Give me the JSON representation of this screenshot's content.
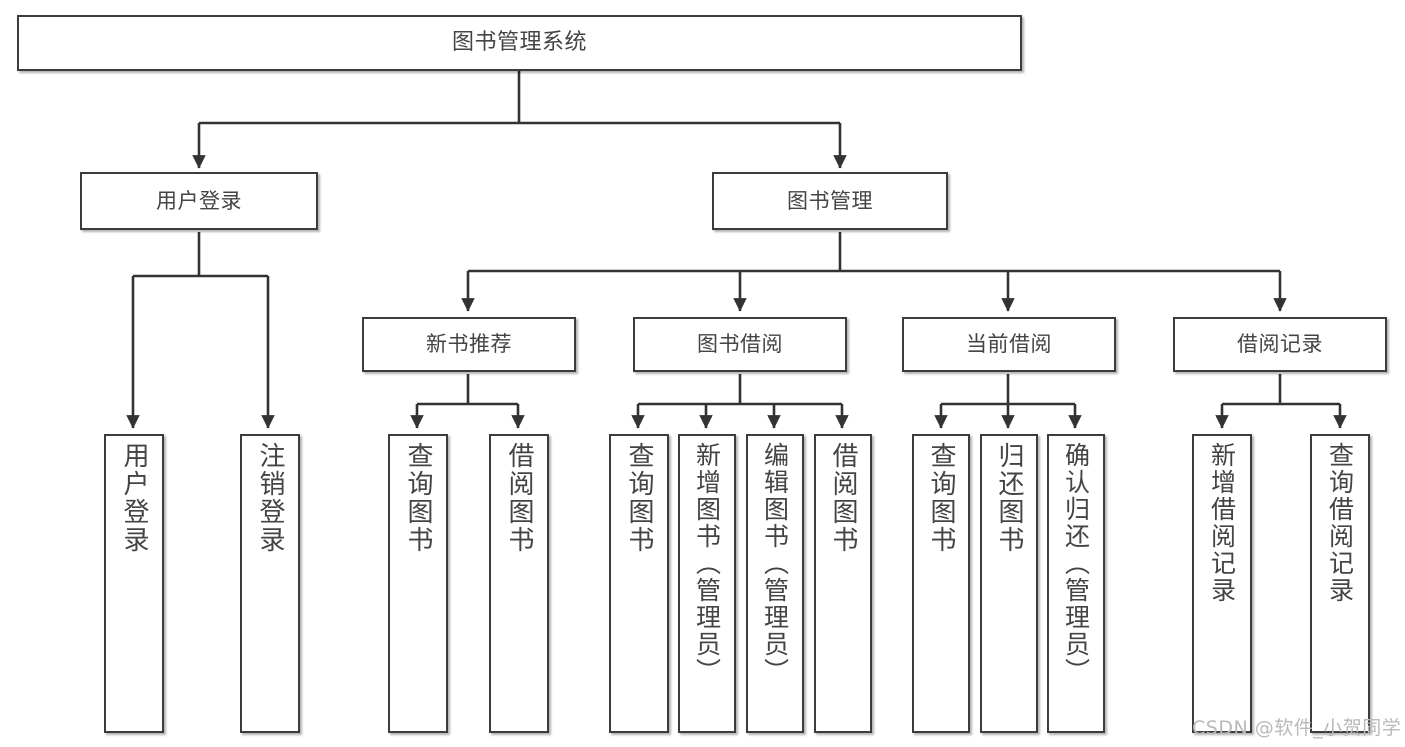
{
  "diagram": {
    "type": "tree",
    "title": "图书管理系统",
    "background_color": "#ffffff",
    "box_border_color": "#3c3c3c",
    "text_color": "#444444",
    "edge_color": "#333333",
    "watermark": "CSDN @软件_小贺同学",
    "nodes": {
      "root": {
        "label": "图书管理系统"
      },
      "user_login": {
        "label": "用户登录"
      },
      "book_manage": {
        "label": "图书管理"
      },
      "new_book_rec": {
        "label": "新书推荐"
      },
      "book_borrow": {
        "label": "图书借阅"
      },
      "current_borrow": {
        "label": "当前借阅"
      },
      "borrow_record": {
        "label": "借阅记录"
      },
      "leaf_user_login": {
        "label": "用户登录"
      },
      "leaf_logout": {
        "label": "注销登录"
      },
      "leaf_query_book_1": {
        "label": "查询图书"
      },
      "leaf_borrow_book_1": {
        "label": "借阅图书"
      },
      "leaf_query_book_2": {
        "label": "查询图书"
      },
      "leaf_add_book": {
        "label": "新增图书（管理员）"
      },
      "leaf_edit_book": {
        "label": "编辑图书（管理员）"
      },
      "leaf_borrow_book_2": {
        "label": "借阅图书"
      },
      "leaf_query_book_3": {
        "label": "查询图书"
      },
      "leaf_return_book": {
        "label": "归还图书"
      },
      "leaf_confirm_return": {
        "label": "确认归还（管理员）"
      },
      "leaf_add_record": {
        "label": "新增借阅记录"
      },
      "leaf_query_record": {
        "label": "查询借阅记录"
      }
    },
    "edges": [
      {
        "from": "root",
        "to": "user_login"
      },
      {
        "from": "root",
        "to": "book_manage"
      },
      {
        "from": "user_login",
        "to": "leaf_user_login"
      },
      {
        "from": "user_login",
        "to": "leaf_logout"
      },
      {
        "from": "book_manage",
        "to": "new_book_rec"
      },
      {
        "from": "book_manage",
        "to": "book_borrow"
      },
      {
        "from": "book_manage",
        "to": "current_borrow"
      },
      {
        "from": "book_manage",
        "to": "borrow_record"
      },
      {
        "from": "new_book_rec",
        "to": "leaf_query_book_1"
      },
      {
        "from": "new_book_rec",
        "to": "leaf_borrow_book_1"
      },
      {
        "from": "book_borrow",
        "to": "leaf_query_book_2"
      },
      {
        "from": "book_borrow",
        "to": "leaf_add_book"
      },
      {
        "from": "book_borrow",
        "to": "leaf_edit_book"
      },
      {
        "from": "book_borrow",
        "to": "leaf_borrow_book_2"
      },
      {
        "from": "current_borrow",
        "to": "leaf_query_book_3"
      },
      {
        "from": "current_borrow",
        "to": "leaf_return_book"
      },
      {
        "from": "current_borrow",
        "to": "leaf_confirm_return"
      },
      {
        "from": "borrow_record",
        "to": "leaf_add_record"
      },
      {
        "from": "borrow_record",
        "to": "leaf_query_record"
      }
    ]
  }
}
